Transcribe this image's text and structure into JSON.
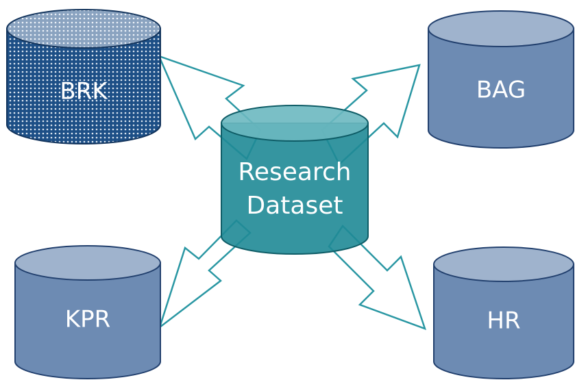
{
  "databases": {
    "brk": {
      "label": "BRK",
      "body_color": "#1d4f86",
      "top_color": "#8aa3c0",
      "outline_color": "#13345c"
    },
    "bag": {
      "label": "BAG",
      "body_color": "#6d8bb3",
      "top_color": "#9fb3cd",
      "outline_color": "#22406e"
    },
    "kpr": {
      "label": "KPR",
      "body_color": "#6d8bb3",
      "top_color": "#9fb3cd",
      "outline_color": "#22406e"
    },
    "hr": {
      "label": "HR",
      "body_color": "#6d8bb3",
      "top_color": "#9fb3cd",
      "outline_color": "#22406e"
    }
  },
  "center": {
    "line1": "Research",
    "line2": "Dataset",
    "body_color": "#1f8a96",
    "top_color": "#6cb8c0",
    "outline_color": "#0e5c66"
  },
  "arrows": {
    "outline_color": "#2a97a3",
    "fill_color": "#ffffff"
  }
}
